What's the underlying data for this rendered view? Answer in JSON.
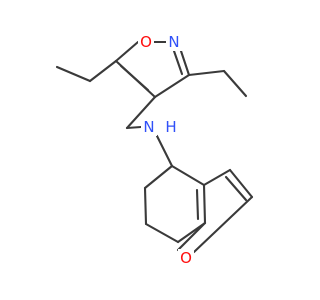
{
  "molecule": {
    "atom_labels": {
      "ring_oxygen_isoxazole": "O",
      "ring_nitrogen_isoxazole": "N",
      "amine_nitrogen": "N",
      "amine_hydrogen": "H",
      "furan_oxygen": "O"
    },
    "colors": {
      "bond": "#3a3a3a",
      "oxygen": "#ff0d0d",
      "nitrogen": "#3050f8",
      "background": "#ffffff"
    }
  }
}
